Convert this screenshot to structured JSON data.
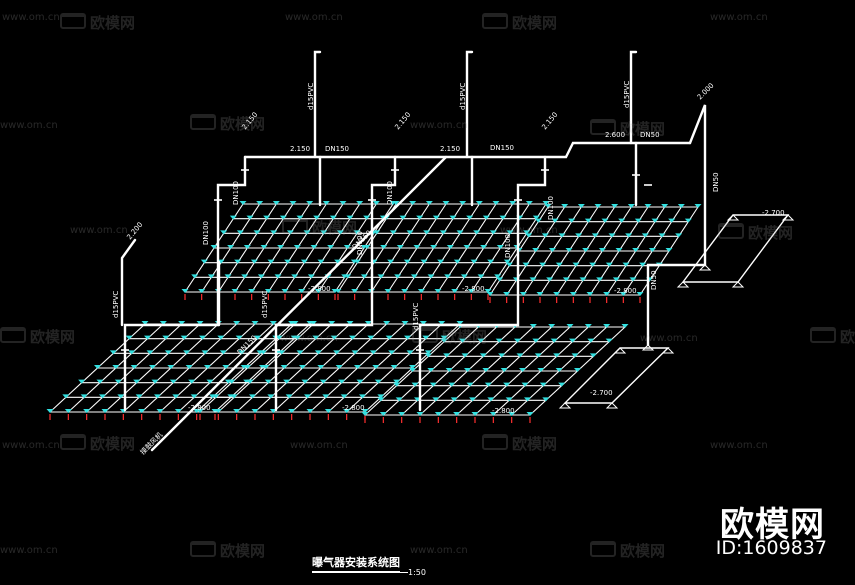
{
  "drawing": {
    "title": "曝气器安装系统图",
    "scale": "1:50"
  },
  "watermark": {
    "logo_text": "欧模网",
    "url_text": "www.om.cn"
  },
  "brand": {
    "name": "欧模网",
    "id_label": "ID:1609837"
  },
  "colors": {
    "pipe": "#ffffff",
    "diffuser": "#33e0e0",
    "support": "#ff3030",
    "background": "#000000"
  },
  "labels": {
    "dn150": "DN150",
    "dn100": "DN100",
    "dn50": "DN50",
    "pvc": "d15PVC",
    "elev_main": "2.150",
    "elev_2000": "2.000",
    "elev_2600": "2.600",
    "elev_grid": "-2.800",
    "elev_small": "-2.700",
    "elev_riser": "2.200",
    "inlet": "接鼓风机"
  }
}
